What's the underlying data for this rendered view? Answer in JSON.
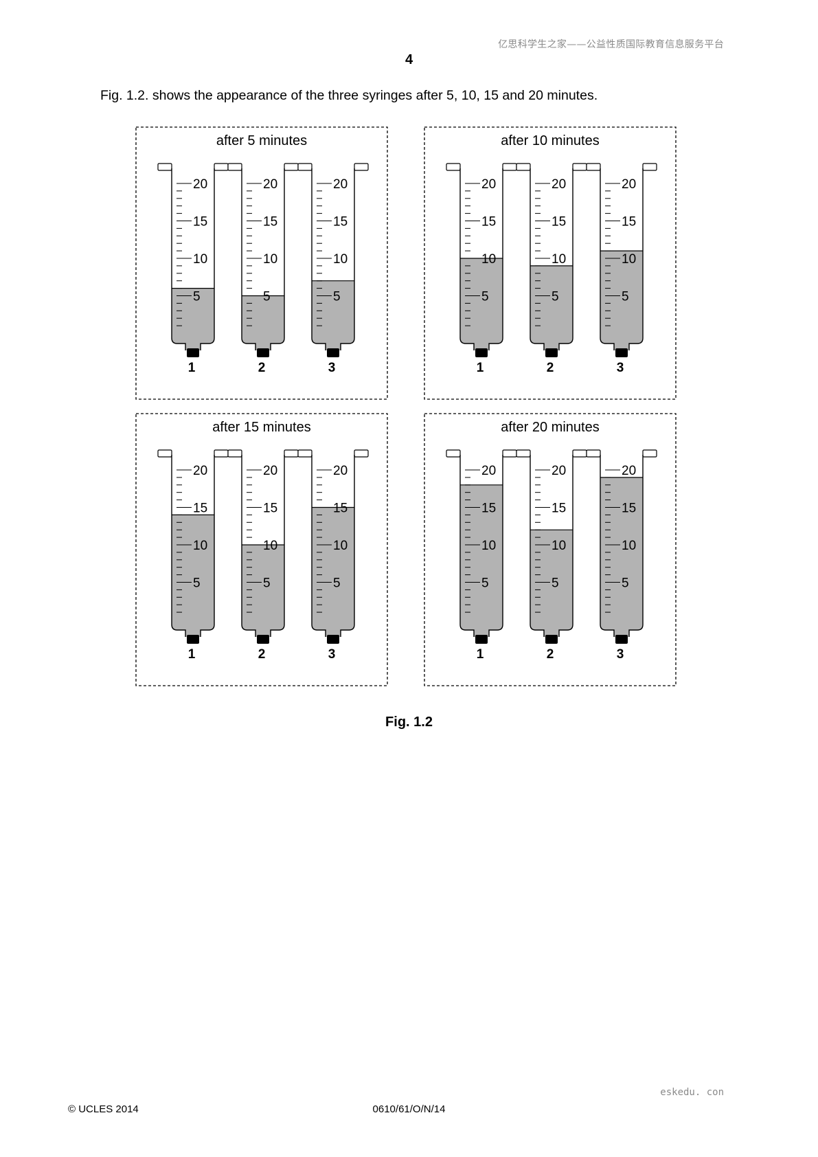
{
  "header": {
    "watermark": "亿思科学生之家——公益性质国际教育信息服务平台",
    "page_number": "4"
  },
  "intro_text": "Fig. 1.2. shows the appearance of the three syringes after 5, 10, 15 and 20 minutes.",
  "figure": {
    "scale_labels": [
      "5",
      "10",
      "15",
      "20"
    ],
    "syringe_labels": [
      "1",
      "2",
      "3"
    ],
    "fill_color": "#b3b3b3",
    "panels": [
      {
        "title": "after 5 minutes",
        "readings": [
          6.0,
          5.0,
          7.0
        ]
      },
      {
        "title": "after 10 minutes",
        "readings": [
          10.0,
          9.0,
          11.0
        ]
      },
      {
        "title": "after 15 minutes",
        "readings": [
          14.0,
          10.0,
          15.0
        ]
      },
      {
        "title": "after 20 minutes",
        "readings": [
          18.0,
          12.0,
          19.0
        ]
      }
    ]
  },
  "caption": "Fig. 1.2",
  "footer": {
    "copyright": "© UCLES 2014",
    "code": "0610/61/O/N/14",
    "watermark": "eskedu. con"
  }
}
